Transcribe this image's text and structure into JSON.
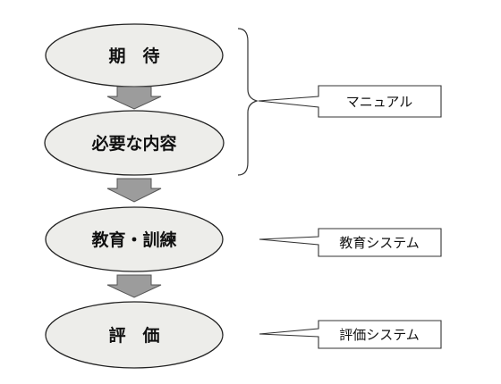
{
  "steps": [
    {
      "label": "期　待"
    },
    {
      "label": "必要な内容"
    },
    {
      "label": "教育・訓練"
    },
    {
      "label": "評　価"
    }
  ],
  "callouts": {
    "manual": "マニュアル",
    "education_system": "教育システム",
    "evaluation_system": "評価システム"
  },
  "colors": {
    "oval_fill": "#ededea",
    "arrow_fill": "#9c9c9c"
  }
}
